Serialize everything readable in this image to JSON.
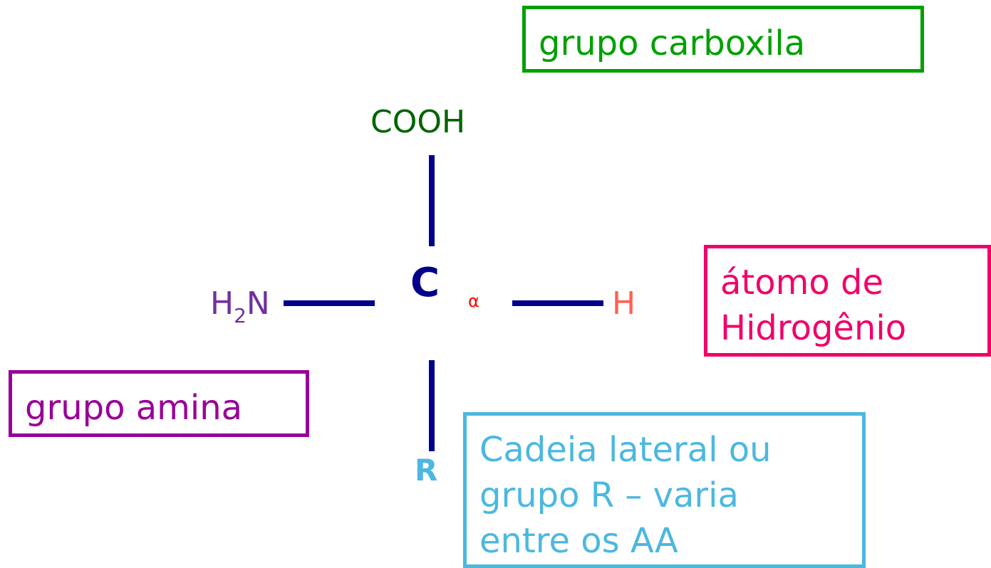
{
  "diagram": {
    "molecule": {
      "carboxyl": "COOH",
      "amine_main": "H",
      "amine_sub": "2",
      "amine_tail": "N",
      "alpha_carbon": "C",
      "alpha_symbol": "α",
      "hydrogen": "H",
      "side_chain": "R"
    },
    "labels": {
      "carboxyl_group": "grupo carboxila",
      "hydrogen_atom_line1": "átomo de",
      "hydrogen_atom_line2": "Hidrogênio",
      "amine_group": "grupo amina",
      "side_chain_line1": "Cadeia lateral ou",
      "side_chain_line2": "grupo R – varia",
      "side_chain_line3": "entre os AA"
    },
    "colors": {
      "bond": "#00008b",
      "carboxyl": "#006400",
      "carboxyl_box": "#00a000",
      "hydrogen": "#ff6050",
      "hydrogen_box": "#f0006a",
      "amine": "#7030a0",
      "amine_box": "#990099",
      "side_chain": "#4bb8e0",
      "alpha": "#ff0000"
    }
  }
}
